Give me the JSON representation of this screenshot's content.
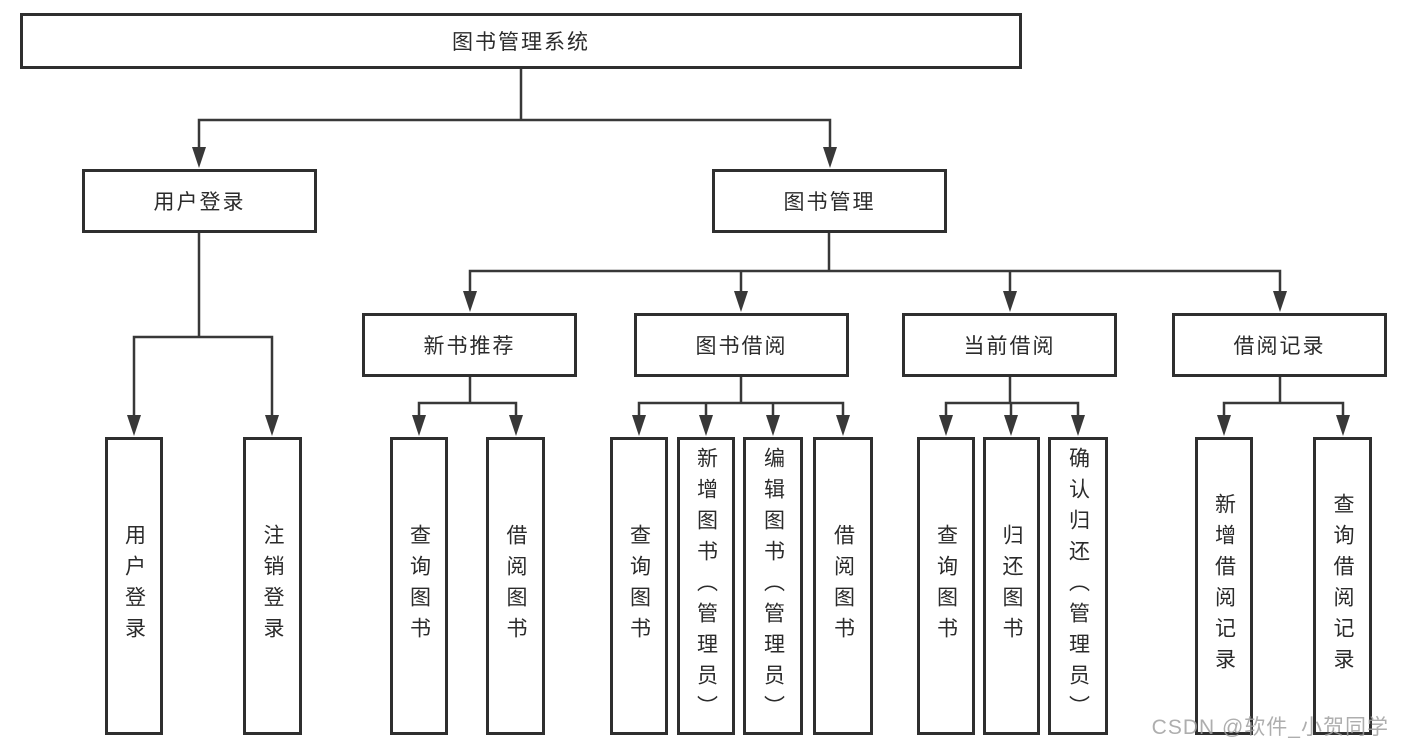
{
  "diagram": {
    "type": "hierarchy-structure-chart",
    "tree": {
      "root": {
        "label": "图书管理系统"
      },
      "branches": [
        {
          "label": "用户登录",
          "children": [
            {
              "label": "用户登录"
            },
            {
              "label": "注销登录"
            }
          ]
        },
        {
          "label": "图书管理",
          "children": [
            {
              "label": "新书推荐",
              "children": [
                {
                  "label": "查询图书"
                },
                {
                  "label": "借阅图书"
                }
              ]
            },
            {
              "label": "图书借阅",
              "children": [
                {
                  "label": "查询图书"
                },
                {
                  "label": "新增图书（管理员）"
                },
                {
                  "label": "编辑图书（管理员）"
                },
                {
                  "label": "借阅图书"
                }
              ]
            },
            {
              "label": "当前借阅",
              "children": [
                {
                  "label": "查询图书"
                },
                {
                  "label": "归还图书"
                },
                {
                  "label": "确认归还（管理员）"
                }
              ]
            },
            {
              "label": "借阅记录",
              "children": [
                {
                  "label": "新增借阅记录"
                },
                {
                  "label": "查询借阅记录"
                }
              ]
            }
          ]
        }
      ]
    },
    "colors": {
      "line": "#383838",
      "box_border": "#2f2f2f",
      "text": "#2b2b2b",
      "watermark": "#a0a0a0",
      "background": "#ffffff"
    }
  },
  "watermark": "CSDN @软件_小贺同学"
}
